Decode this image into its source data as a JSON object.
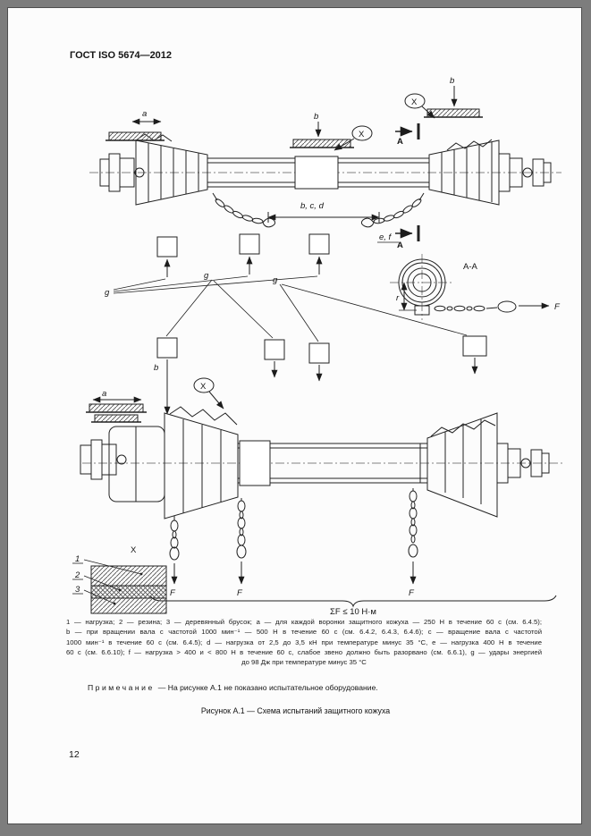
{
  "header": {
    "title": "ГОСТ ISO 5674—2012"
  },
  "drawing": {
    "labels": {
      "a": "a",
      "b": "b",
      "bcd": "b, c, d",
      "ef": "e, f",
      "g": "g",
      "x": "X",
      "a_section": "A",
      "aa_view": "A-A",
      "f": "F",
      "r": "r",
      "sum_f": "ΣF ≤ 10 Н·м",
      "item1": "1",
      "item2": "2",
      "item3": "3"
    }
  },
  "footnote": {
    "lines": [
      "1 — нагрузка; 2 — резина; 3 — деревянный брусок; а — для каждой воронки защитного кожуха — 250 Н в течение 60 с (см. 6.4.5);",
      "b — при вращении вала с частотой 1000 мин⁻¹ — 500 Н в течение 60 с (см. 6.4.2, 6.4.3, 6.4.6); с — вращение вала с частотой",
      "1000 мин⁻¹ в течение 60 с (см. 6.4.5); d — нагрузка от 2,5 до 3,5 кН при температуре минус 35 °С, е — нагрузка 400 Н в течение",
      "60 с (см. 6.6.10); f — нагрузка > 400 и < 800 Н в течение 60 с, слабое звено должно быть разорвано (см. 6.6.1), g — удары энергией",
      "до 98 Дж при температуре минус 35 °С"
    ]
  },
  "note": {
    "label": "Примечание",
    "text": "— На рисунке А.1 не показано испытательное оборудование."
  },
  "caption": "Рисунок А.1 — Схема испытаний защитного кожуха",
  "page_number": "12"
}
